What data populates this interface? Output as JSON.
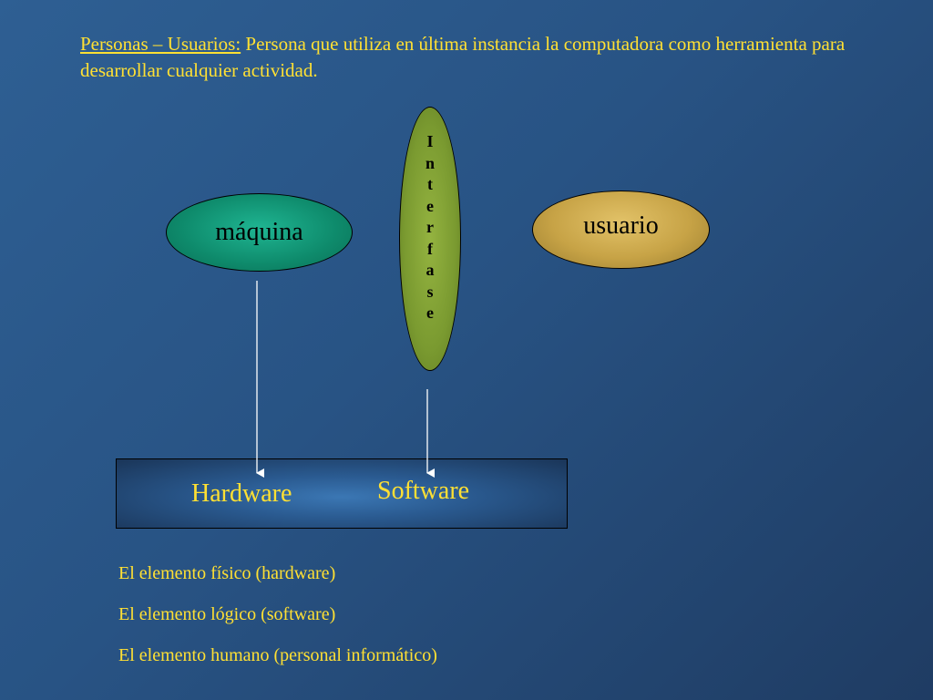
{
  "intro": {
    "term": "Personas – Usuarios:",
    "definition": " Persona que utiliza en última instancia la computadora como herramienta para desarrollar cualquier actividad."
  },
  "diagram": {
    "machine_label": "máquina",
    "user_label": "usuario",
    "interface_letters": [
      "I",
      "n",
      "t",
      "e",
      "r",
      "f",
      "a",
      "s",
      "e"
    ],
    "hardware_label": "Hardware",
    "software_label": "Software"
  },
  "elements": [
    "El elemento físico (hardware)",
    "El elemento lógico (software)",
    "El elemento humano (personal informático)"
  ]
}
